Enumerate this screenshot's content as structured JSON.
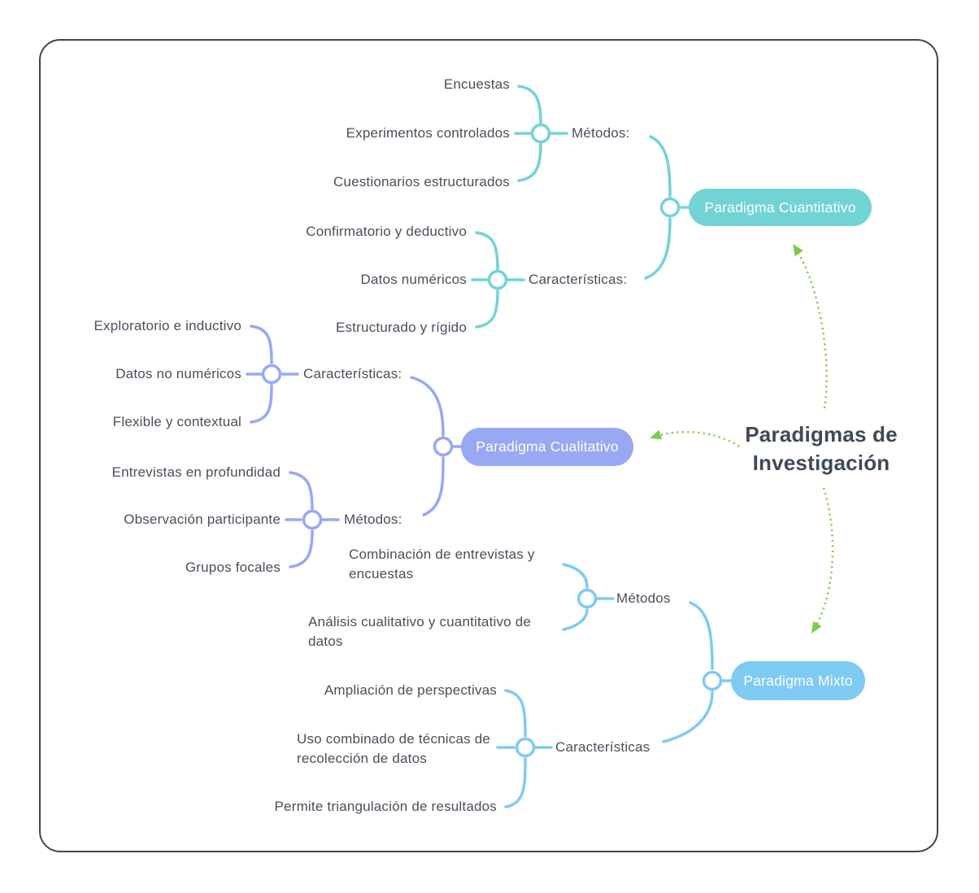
{
  "title": {
    "text": "Paradigmas de Investigación",
    "line1": "Paradigmas de",
    "line2": "Investigación"
  },
  "colors": {
    "quantitative": "#72d3d5",
    "qualitative": "#98a8f3",
    "mixed": "#7fcaf2",
    "arrow_green": "#7dc94e",
    "label_text": "#47505b",
    "title_text": "#3f4a55",
    "frame_border": "#3e4750",
    "node_text": "#ffffff"
  },
  "branches": {
    "quantitative": {
      "label": "Paradigma Cuantitativo",
      "methods": {
        "label": "Métodos:",
        "items": [
          "Encuestas",
          "Experimentos controlados",
          "Cuestionarios estructurados"
        ]
      },
      "characteristics": {
        "label": "Características:",
        "items": [
          "Confirmatorio y deductivo",
          "Datos numéricos",
          "Estructurado y rígido"
        ]
      }
    },
    "qualitative": {
      "label": "Paradigma Cualitativo",
      "characteristics": {
        "label": "Características:",
        "items": [
          "Exploratorio e inductivo",
          "Datos no numéricos",
          "Flexible y contextual"
        ]
      },
      "methods": {
        "label": "Métodos:",
        "items": [
          "Entrevistas en profundidad",
          "Observación participante",
          "Grupos focales"
        ]
      }
    },
    "mixed": {
      "label": "Paradigma Mixto",
      "methods": {
        "label": "Métodos",
        "items": [
          "Combinación de entrevistas y encuestas",
          "Análisis cualitativo y cuantitativo de datos"
        ]
      },
      "characteristics": {
        "label": "Características",
        "items": [
          "Ampliación de perspectivas",
          "Uso combinado de técnicas de recolección de datos",
          "Permite triangulación de resultados"
        ]
      }
    }
  }
}
